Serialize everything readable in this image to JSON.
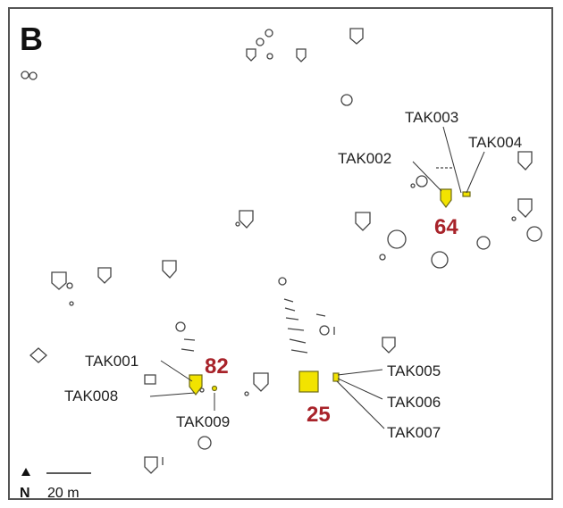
{
  "panel_label": "B",
  "scale_bar": {
    "north_label": "N",
    "distance_label": "20 m"
  },
  "site_numbers": [
    "64",
    "82",
    "25"
  ],
  "sample_labels": [
    "TAK003",
    "TAK004",
    "TAK002",
    "TAK001",
    "TAK008",
    "TAK009",
    "TAK005",
    "TAK006",
    "TAK007"
  ],
  "colors": {
    "highlight": "#f2e300",
    "site_number": "#a8232a",
    "outline": "#444444"
  }
}
